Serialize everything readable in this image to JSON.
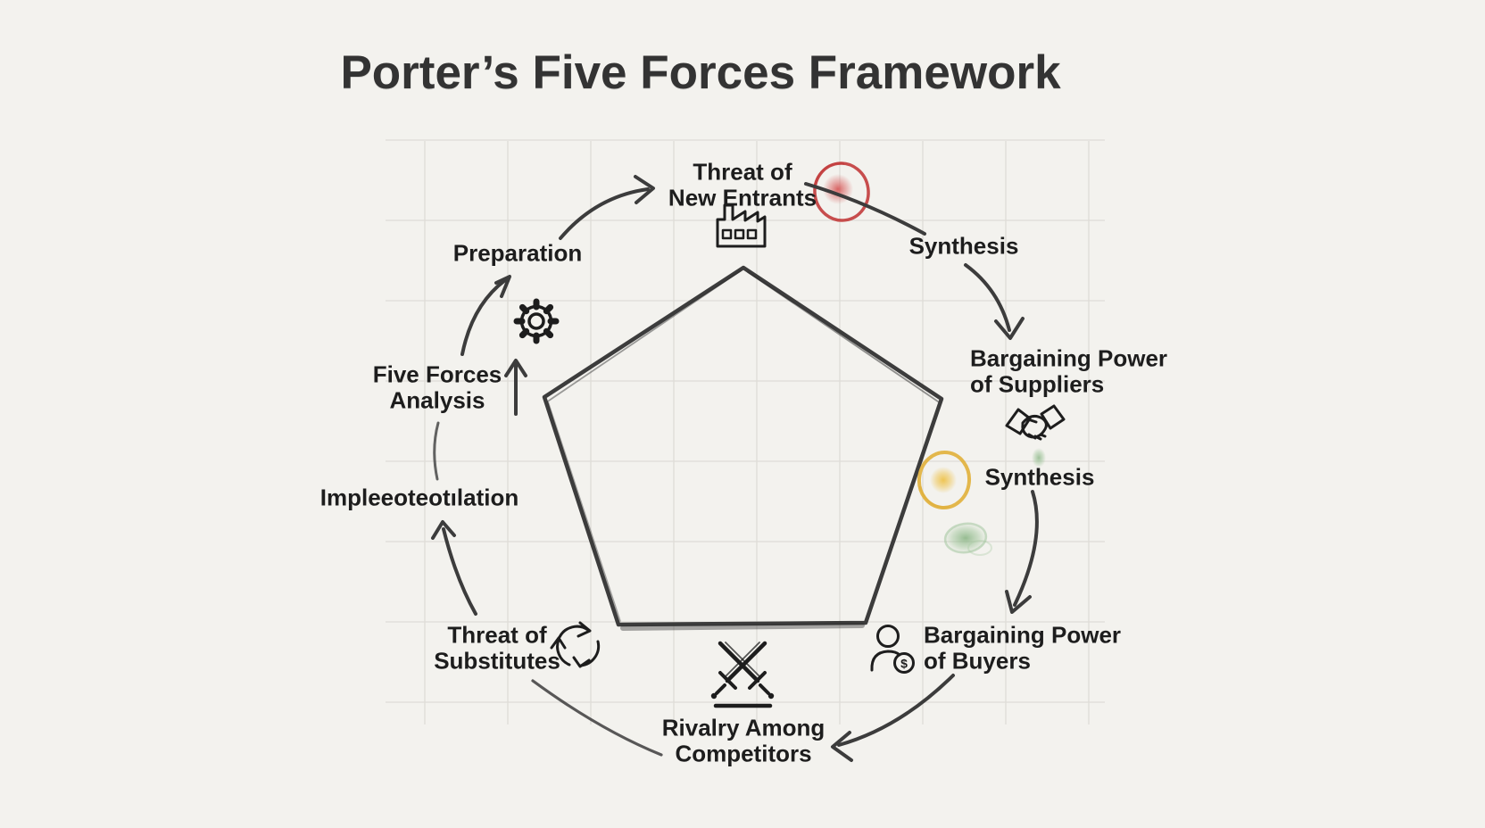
{
  "title": "Porter’s Five Forces Framework",
  "forces": {
    "new_entrants": "Threat of\nNew Entrants",
    "suppliers": "Bargaining Power\nof Suppliers",
    "buyers": "Bargaining Power\nof Buyers",
    "rivalry": "Rivalry Among\nCompetitors",
    "substitutes": "Threat of\nSubstitutes"
  },
  "process_steps": {
    "preparation": "Preparation",
    "five_forces_analysis": "Five Forces\nAnalysis",
    "implementation_garbled": "Impleeoteotılation",
    "synthesis_top": "Synthesis",
    "synthesis_right": "Synthesis"
  },
  "icons": {
    "factory": "factory-icon",
    "gear": "gear-icon",
    "handshake": "handshake-icon",
    "person_dollar": "person-dollar-icon",
    "crossed_swords": "crossed-swords-icon",
    "cycle_arrows": "cycle-arrows-icon",
    "dollar_glyph": "$"
  },
  "highlights": {
    "red_circle": "#c23b3b",
    "yellow_circle": "#e3b13c",
    "green_smudge": "#93bd8e"
  },
  "colors": {
    "background": "#f3f2ee",
    "ink": "#1d1d1d",
    "sketch": "#3c3c3c",
    "grid": "#c6c3bd",
    "title": "#333333"
  }
}
